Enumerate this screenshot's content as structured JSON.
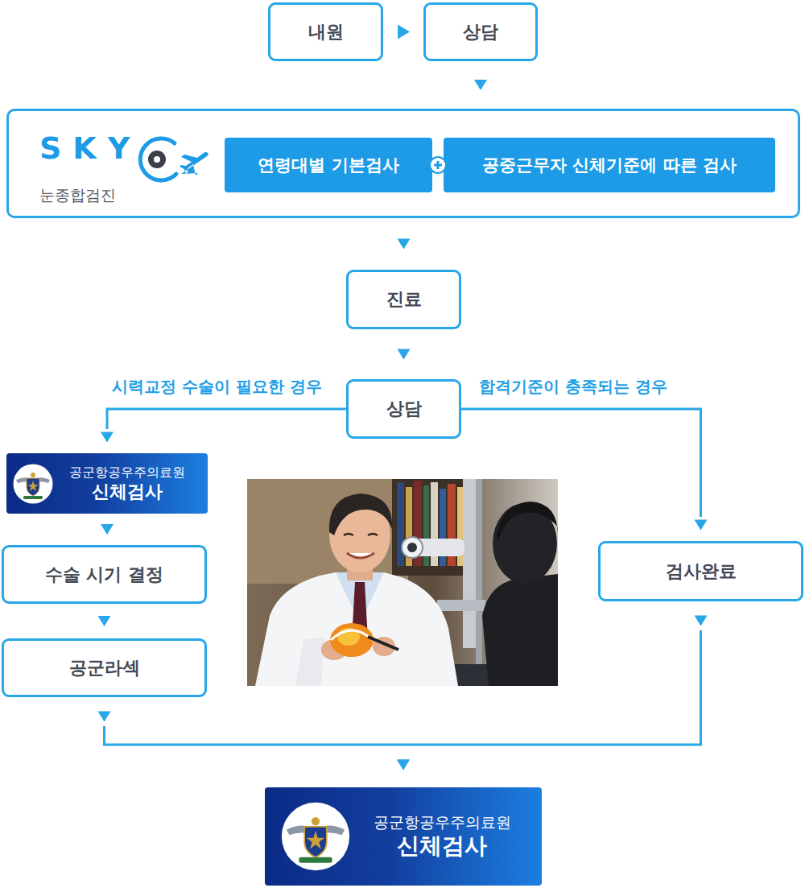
{
  "diagram": {
    "nodes": [
      {
        "text": [
          "내원"
        ]
      },
      {
        "text": [
          "상담"
        ]
      },
      {
        "text": [
          "SKY",
          "눈종합검진"
        ]
      },
      {
        "text": [
          "연령대별 기본검사"
        ],
        "in": 2
      },
      {
        "text": [
          "공중근무자 신체기준에 따른 검사"
        ],
        "in": 2
      },
      {
        "text": [
          "진료"
        ]
      },
      {
        "text": [
          "상담"
        ]
      },
      {
        "text": [
          "공군항공우주의료원",
          "신체검사"
        ]
      },
      {
        "text": [
          "수술 시기 결정"
        ]
      },
      {
        "text": [
          "공군라섹"
        ]
      },
      {
        "text": [
          "검사완료"
        ]
      },
      {
        "text": [
          "공군항공우주의료원",
          "신체검사"
        ]
      }
    ],
    "edges": [
      {
        "from": 0,
        "to": 1,
        "arrow": "to"
      },
      {
        "from": 1,
        "to": 2,
        "arrow": "to"
      },
      {
        "from": 2,
        "to": 5,
        "arrow": "to"
      },
      {
        "from": 5,
        "to": 6,
        "arrow": "to"
      },
      {
        "from": 6,
        "to": 7,
        "label": "시력교정 수술이 필요한 경우",
        "arrow": "to"
      },
      {
        "from": 6,
        "to": 10,
        "label": "합격기준이 충족되는 경우",
        "arrow": "to"
      },
      {
        "from": 7,
        "to": 8,
        "arrow": "to"
      },
      {
        "from": 8,
        "to": 9,
        "arrow": "to"
      },
      {
        "from": 9,
        "to": 11,
        "arrow": "to"
      },
      {
        "from": 10,
        "to": 11,
        "arrow": "to"
      }
    ]
  }
}
